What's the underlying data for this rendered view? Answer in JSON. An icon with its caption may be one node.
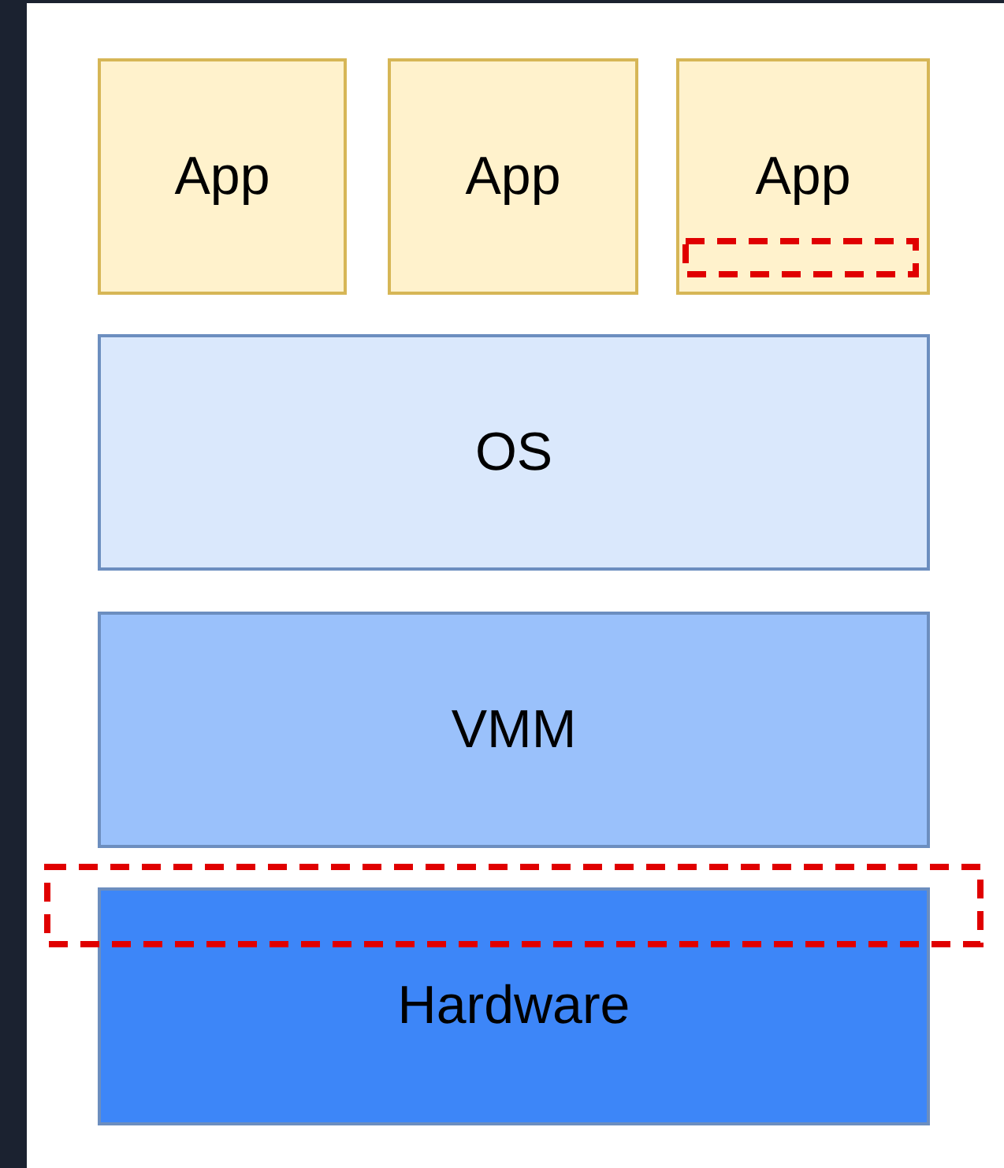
{
  "diagram": {
    "nodes": [
      {
        "text": [
          "App"
        ]
      },
      {
        "text": [
          "App"
        ]
      },
      {
        "text": [
          "App"
        ]
      },
      {
        "text": [
          "OS"
        ]
      },
      {
        "text": [
          "VMM"
        ]
      },
      {
        "text": [
          "Hardware"
        ]
      }
    ]
  }
}
